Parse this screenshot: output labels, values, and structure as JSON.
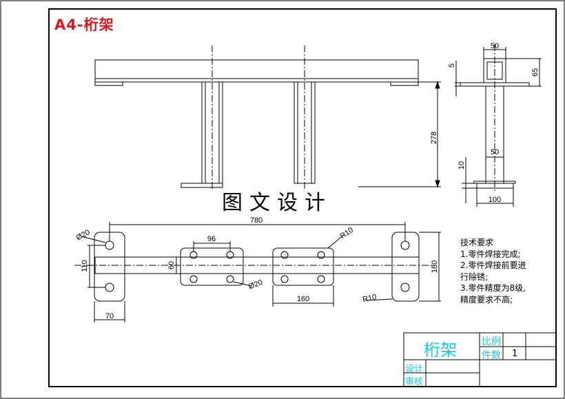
{
  "sheet_title": "A4-桁架",
  "watermark": "图文设计",
  "dimensions": {
    "front_height": "278",
    "side_top_width": "50",
    "side_flange_thk": "5",
    "side_tube_height": "65",
    "side_mid_width": "50",
    "side_base_thk": "10",
    "side_base_width": "100",
    "plan_span": "780",
    "plan_hole_dia_left": "Ø20",
    "plan_pad_spacing": "96",
    "plan_beam_width": "60",
    "plan_pad_height": "110",
    "plan_pad_width": "70",
    "plan_plate_width": "160",
    "plan_hole_dia_mid": "Ø20",
    "plan_radius_top": "R10",
    "plan_radius_bottom": "R10",
    "plan_overall_height": "180"
  },
  "tech_requirements": {
    "heading": "技术要求",
    "lines": [
      "1.零件焊接完成;",
      "2.零件焊接前要进",
      "行除锈;",
      "3.零件精度为8级,",
      "精度要求不高;"
    ]
  },
  "title_block": {
    "part_name": "桁架",
    "scale_label": "比例",
    "quantity_label": "件数",
    "quantity_value": "1",
    "design_label": "设计",
    "review_label": "审核"
  },
  "colors": {
    "title_red": "#e0161b",
    "title_block_cyan": "#13c9e6"
  }
}
